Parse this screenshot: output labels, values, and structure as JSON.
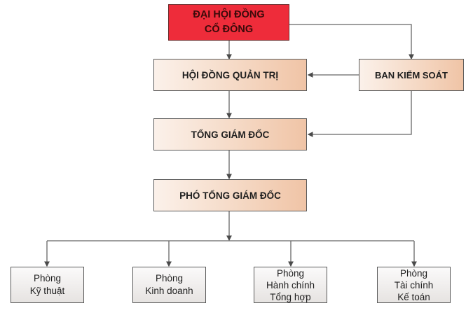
{
  "diagram": {
    "nodes": {
      "shareholders": {
        "lines": [
          "ĐẠI HỘI ĐỒNG",
          "CỔ ĐÔNG"
        ]
      },
      "board": {
        "label": "HỘI ĐỒNG QUẢN TRỊ"
      },
      "supervisory": {
        "label": "BAN KIỂM SOÁT"
      },
      "ceo": {
        "label": "TỔNG GIÁM ĐỐC"
      },
      "deputy_ceo": {
        "label": "PHÓ TỔNG GIÁM ĐỐC"
      },
      "departments": [
        {
          "lines": [
            "Phòng",
            "Kỹ thuật"
          ]
        },
        {
          "lines": [
            "Phòng",
            "Kinh doanh"
          ]
        },
        {
          "lines": [
            "Phòng",
            "Hành chính",
            "Tổng hợp"
          ]
        },
        {
          "lines": [
            "Phòng",
            "Tài chính",
            "Kế toán"
          ]
        }
      ]
    },
    "edges": [
      {
        "from": "shareholders",
        "to": "board"
      },
      {
        "from": "shareholders",
        "to": "supervisory"
      },
      {
        "from": "supervisory",
        "to": "board"
      },
      {
        "from": "supervisory",
        "to": "ceo"
      },
      {
        "from": "board",
        "to": "ceo"
      },
      {
        "from": "ceo",
        "to": "deputy_ceo"
      },
      {
        "from": "deputy_ceo",
        "to": "departments"
      }
    ],
    "colors": {
      "top": "#ee2c3a",
      "management": "#f3d2bb",
      "department": "#ebe8e6",
      "line": "#5a5a5a"
    }
  }
}
